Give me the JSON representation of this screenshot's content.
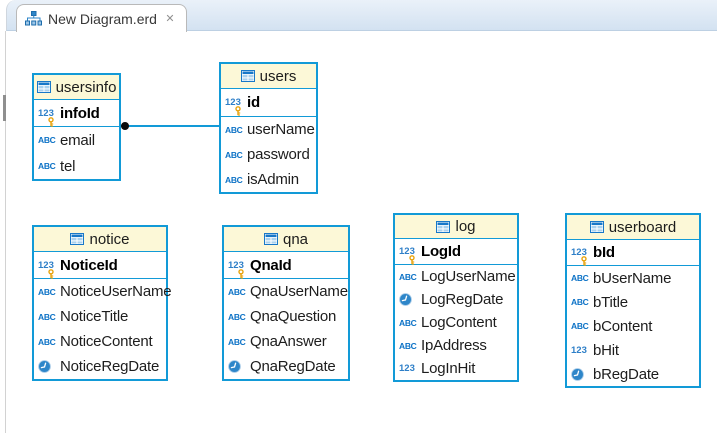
{
  "tab": {
    "title": "New Diagram.erd"
  },
  "colors": {
    "entity_border": "#129ad7",
    "entity_header_bg": "#fcf8d7",
    "type_icon_blue": "#0c72c6",
    "numeric_icon_blue": "#2e7fc8",
    "pk_key_gold": "#e8a30c",
    "relationship_line": "#129ad7",
    "relationship_dot": "#0b0b0b",
    "tab_bar_bg": "#d3e2f1"
  },
  "relationships": [
    {
      "from_table": "usersinfo",
      "to_table": "users",
      "style": "horizontal-line-with-dot-endpoint"
    }
  ],
  "tables": [
    {
      "name": "usersinfo",
      "pk": [
        {
          "type": "number-pk",
          "label": "infoId"
        }
      ],
      "fields": [
        {
          "type": "string",
          "label": "email"
        },
        {
          "type": "string",
          "label": "tel"
        }
      ]
    },
    {
      "name": "users",
      "pk": [
        {
          "type": "number-pk",
          "label": "id"
        }
      ],
      "fields": [
        {
          "type": "string",
          "label": "userName"
        },
        {
          "type": "string",
          "label": "password"
        },
        {
          "type": "string",
          "label": "isAdmin"
        }
      ]
    },
    {
      "name": "notice",
      "pk": [
        {
          "type": "number-pk",
          "label": "NoticeId"
        }
      ],
      "fields": [
        {
          "type": "string",
          "label": "NoticeUserName"
        },
        {
          "type": "string",
          "label": "NoticeTitle"
        },
        {
          "type": "string",
          "label": "NoticeContent"
        },
        {
          "type": "date",
          "label": "NoticeRegDate"
        }
      ]
    },
    {
      "name": "qna",
      "pk": [
        {
          "type": "number-pk",
          "label": "QnaId"
        }
      ],
      "fields": [
        {
          "type": "string",
          "label": "QnaUserName"
        },
        {
          "type": "string",
          "label": "QnaQuestion"
        },
        {
          "type": "string",
          "label": "QnaAnswer"
        },
        {
          "type": "date",
          "label": "QnaRegDate"
        }
      ]
    },
    {
      "name": "log",
      "pk": [
        {
          "type": "number-pk",
          "label": "LogId"
        }
      ],
      "fields": [
        {
          "type": "string",
          "label": "LogUserName"
        },
        {
          "type": "date",
          "label": "LogRegDate"
        },
        {
          "type": "string",
          "label": "LogContent"
        },
        {
          "type": "string",
          "label": "IpAddress"
        },
        {
          "type": "number",
          "label": "LogInHit"
        }
      ]
    },
    {
      "name": "userboard",
      "pk": [
        {
          "type": "number-pk",
          "label": "bId"
        }
      ],
      "fields": [
        {
          "type": "string",
          "label": "bUserName"
        },
        {
          "type": "string",
          "label": "bTitle"
        },
        {
          "type": "string",
          "label": "bContent"
        },
        {
          "type": "number",
          "label": "bHit"
        },
        {
          "type": "date",
          "label": "bRegDate"
        }
      ]
    }
  ]
}
